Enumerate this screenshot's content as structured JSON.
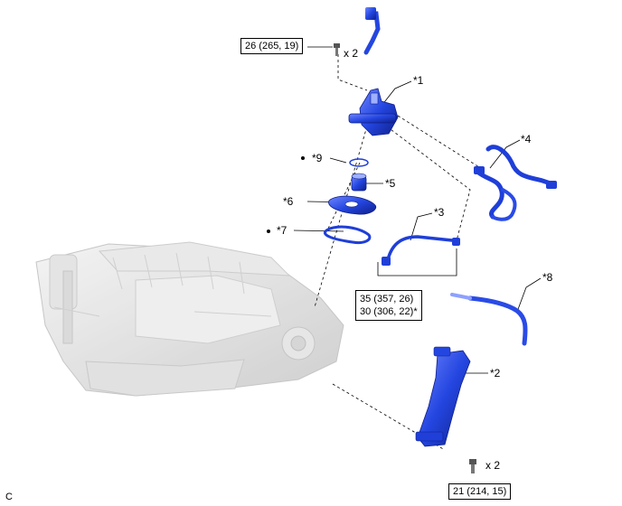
{
  "diagram": {
    "torque": {
      "bolt_top": "26 (265, 19)",
      "tube_line1": "35 (357, 26)",
      "tube_line2": "30 (306, 22)*",
      "bolt_bottom": "21 (214, 15)"
    },
    "quantity": {
      "top": "x 2",
      "bottom": "x 2"
    },
    "callouts": {
      "c1": "*1",
      "c2": "*2",
      "c3": "*3",
      "c4": "*4",
      "c5": "*5",
      "c6": "*6",
      "c7": "*7",
      "c8": "*8",
      "c9": "*9"
    },
    "figure_code": "C",
    "colors": {
      "part_blue": "#1f3fd8",
      "engine_gray": "#d9d9d9"
    }
  }
}
